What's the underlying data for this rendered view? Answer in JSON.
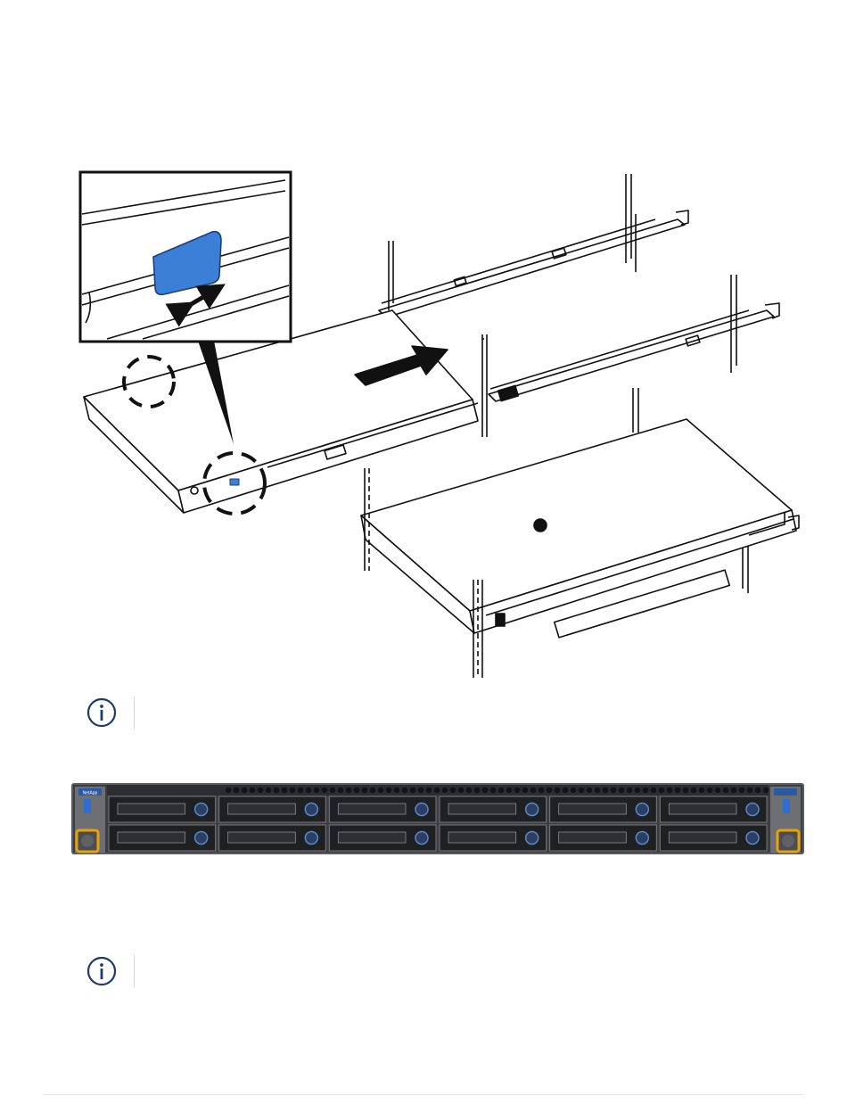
{
  "figures": {
    "rail_install": {
      "description_icons": [
        "magnifier-callout",
        "release-tab",
        "push-arrow",
        "server-chassis",
        "rack-rails"
      ],
      "accent_color": "#3b7fd6"
    },
    "front_panel": {
      "brand_badge_left": "NetApp",
      "brand_badge_right": "",
      "drive_bays": 12,
      "highlight_color": "#e8a20c"
    }
  },
  "notes": [
    {
      "icon": "info-icon",
      "text": ""
    },
    {
      "icon": "info-icon",
      "text": ""
    }
  ]
}
